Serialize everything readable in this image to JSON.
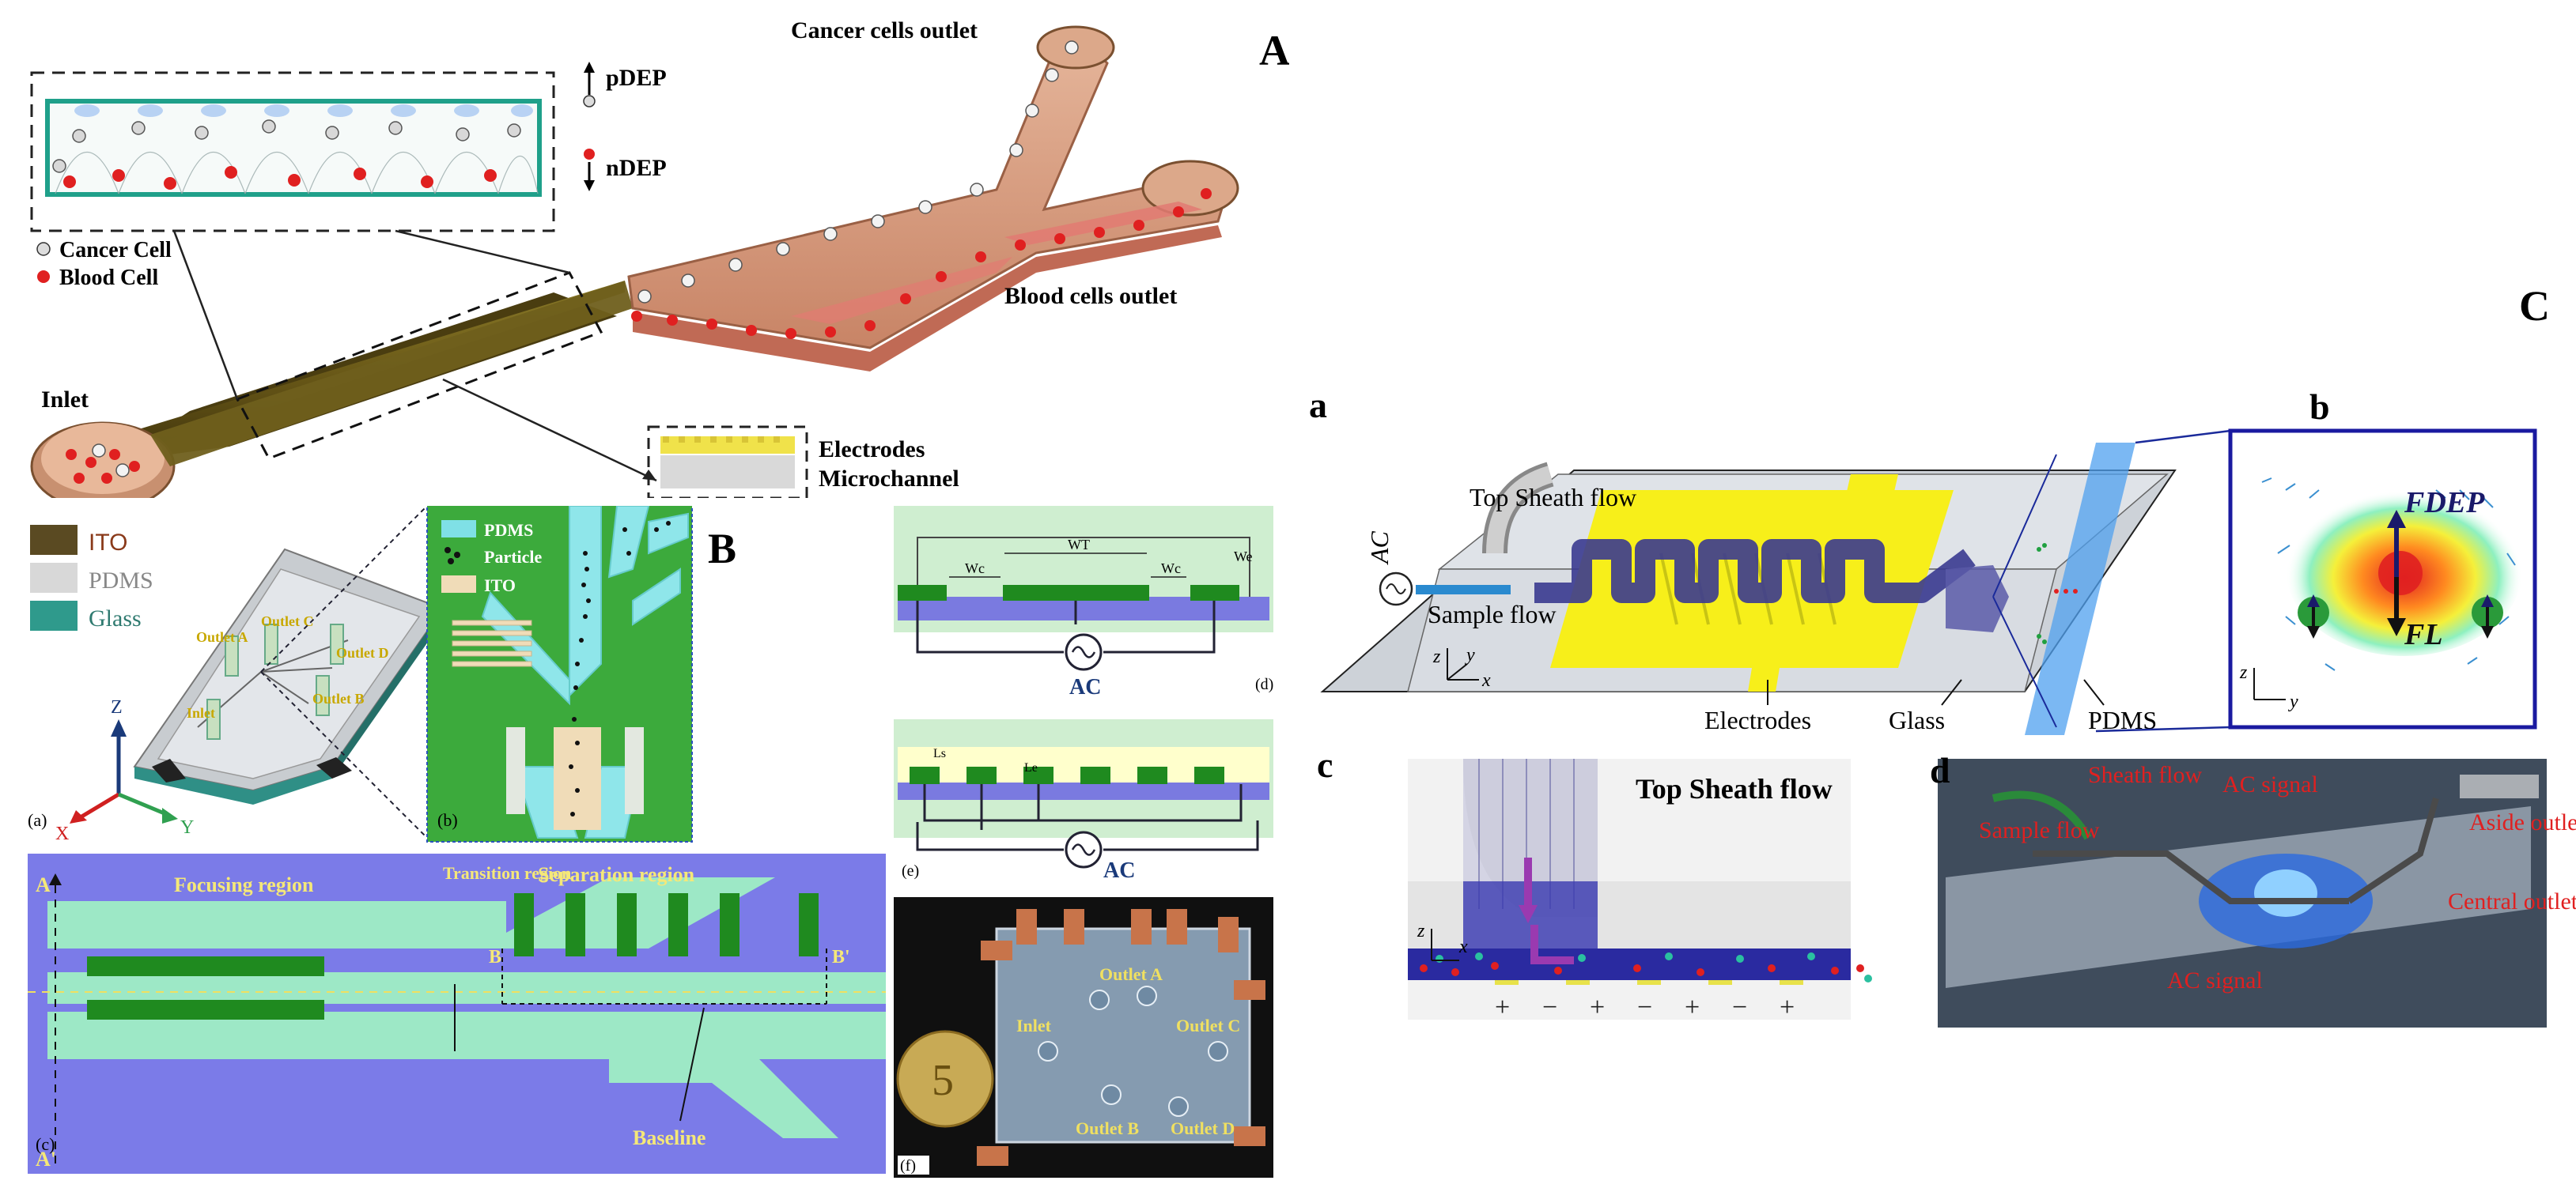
{
  "panel_letters": {
    "A": "A",
    "B": "B",
    "C": "C"
  },
  "panelA": {
    "pdep": "pDEP",
    "ndep": "nDEP",
    "cancer_cell": "Cancer Cell",
    "blood_cell": "Blood Cell",
    "cancer_outlet": "Cancer cells outlet",
    "blood_outlet": "Blood cells outlet",
    "inlet": "Inlet",
    "electrodes": "Electrodes",
    "microchannel": "Microchannel"
  },
  "panelB": {
    "legend": {
      "ito": "ITO",
      "pdms": "PDMS",
      "glass": "Glass"
    },
    "chip_labels": {
      "outlet_c": "Outlet C",
      "outlet_a": "Outlet A",
      "outlet_d": "Outlet D",
      "outlet_b": "Outlet B",
      "inlet": "Inlet"
    },
    "axes": {
      "z": "Z",
      "x": "X",
      "y": "Y"
    },
    "sub_a": "(a)",
    "sub_b": "(b)",
    "zoom_legend": {
      "pdms": "PDMS",
      "particle": "Particle",
      "ito": "ITO"
    },
    "d_labels": {
      "wc": "Wc",
      "wt": "WT",
      "wc2": "Wc",
      "we": "We",
      "ac": "AC",
      "sub": "(d)"
    },
    "e_labels": {
      "ls": "Ls",
      "le": "Le",
      "ac": "AC",
      "sub": "(e)"
    },
    "c_labels": {
      "a": "A",
      "a_prime": "A'",
      "b": "B",
      "b_prime": "B'",
      "focusing": "Focusing region",
      "transition": "Transition region",
      "separation": "Separation region",
      "baseline": "Baseline",
      "sub": "(c)"
    },
    "f_labels": {
      "outlet_a": "Outlet A",
      "inlet": "Inlet",
      "outlet_c": "Outlet C",
      "outlet_b": "Outlet B",
      "outlet_d": "Outlet D",
      "coin": "5",
      "sub": "(f)"
    }
  },
  "panelC": {
    "a": {
      "letter": "a",
      "ac": "AC",
      "top_sheath": "Top Sheath flow",
      "sample_flow": "Sample flow",
      "electrodes": "Electrodes",
      "glass": "Glass",
      "pdms": "PDMS",
      "z": "z",
      "y": "y",
      "x": "x"
    },
    "b": {
      "letter": "b",
      "fdep": "FDEP",
      "fl": "FL",
      "z": "z",
      "y": "y"
    },
    "c": {
      "letter": "c",
      "top_sheath": "Top Sheath flow",
      "z": "z",
      "x": "x",
      "signs": [
        "+",
        "−",
        "+",
        "−",
        "+",
        "−",
        "+"
      ]
    },
    "d": {
      "letter": "d",
      "sheath_flow": "Sheath flow",
      "ac_signal": "AC signal",
      "sample_flow": "Sample flow",
      "aside_outlet": "Aside outlet",
      "central_outlet": "Central outlet",
      "ac_signal2": "AC signal"
    }
  },
  "colors": {
    "ito": "#5a4a22",
    "pdms": "#d8d8d8",
    "glass": "#2f9a8c",
    "channel_b": "#6b6bd6",
    "accent_green": "#1f8a1f"
  }
}
